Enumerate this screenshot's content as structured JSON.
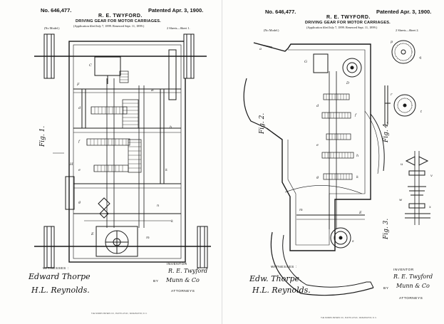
{
  "sheet1": {
    "patent_no": "No. 646,477.",
    "patented": "Patented Apr. 3, 1900.",
    "inventor_name": "R. E. TWYFORD.",
    "title": "DRIVING GEAR FOR MOTOR CARRIAGES.",
    "application": "(Application filed July 7, 1899. Renewed Sept. 11, 1899.)",
    "model": "(No Model.)",
    "sheets": "2 Sheets—Sheet 1.",
    "fig_label": "Fig. 1.",
    "witnesses_label": "WITNESSES :",
    "witness1": "Edward Thorpe",
    "witness2": "H.L. Reynolds.",
    "inventor_label": "INVENTOR",
    "inventor_sig": "R. E. Twyford",
    "by": "BY",
    "attorney_sig": "Munn & Co",
    "attorneys_label": "ATTORNEYS",
    "footer": "THE NORRIS PETERS CO., PHOTO-LITHO., WASHINGTON, D. C."
  },
  "sheet2": {
    "patent_no": "No. 646,477.",
    "patented": "Patented Apr. 3, 1900.",
    "inventor_name": "R. E. TWYFORD.",
    "title": "DRIVING GEAR FOR MOTOR CARRIAGES.",
    "application": "(Application filed July 7, 1899. Renewed Sept. 11, 1899.)",
    "model": "(No Model.)",
    "sheets": "2 Sheets—Sheet 2.",
    "fig2_label": "Fig. 2.",
    "fig3_label": "Fig. 3.",
    "fig4_label": "Fig. 4.",
    "witnesses_label": "WITNESSES :",
    "witness1": "Edw. Thorpe.",
    "witness2": "H.L. Reynolds.",
    "inventor_label": "INVENTOR",
    "inventor_sig": "R. E. Twyford",
    "by": "BY",
    "attorney_sig": "Munn & Co",
    "attorneys_label": "ATTORNEYS",
    "footer": "THE NORRIS PETERS CO., PHOTO-LITHO., WASHINGTON, D. C."
  }
}
